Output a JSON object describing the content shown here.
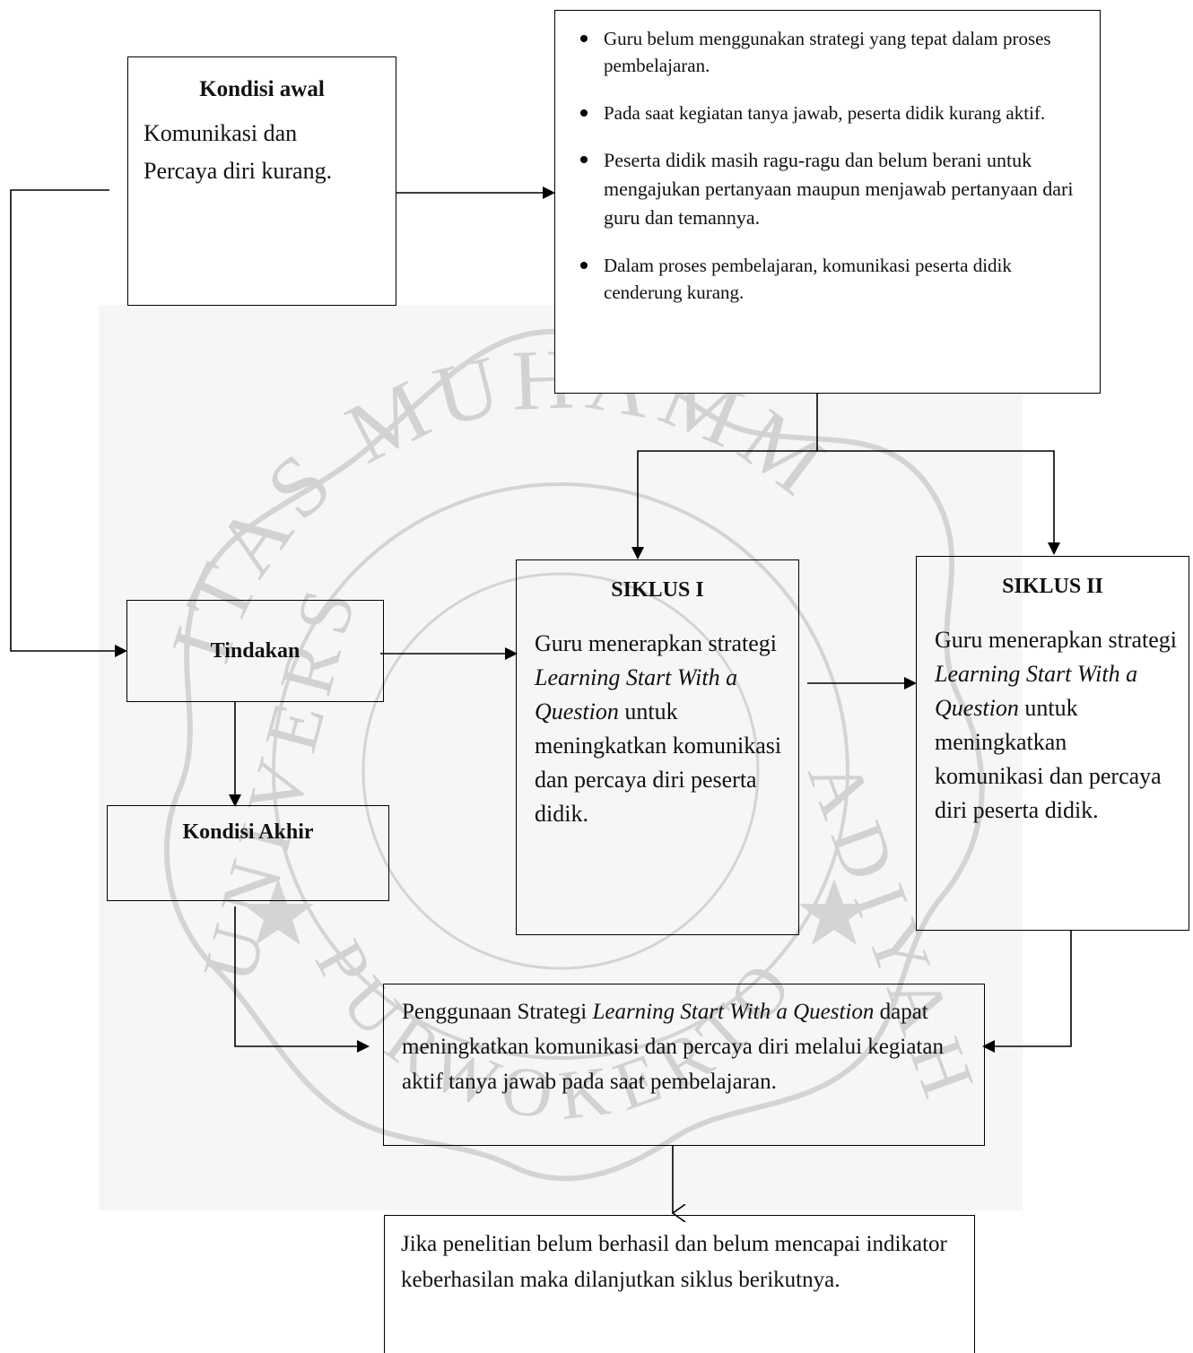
{
  "watermark": {
    "top_text": "ITAS MUHAMM",
    "left_text": "UNIVERS",
    "right_text": "ADIYAH",
    "bottom_text": "PURWOKERTO"
  },
  "kondisi_awal": {
    "title": "Kondisi awal",
    "line1": "Komunikasi  dan",
    "line2": "Percaya diri kurang."
  },
  "problems": [
    "Guru belum menggunakan strategi yang tepat dalam proses pembelajaran.",
    "Pada saat kegiatan tanya jawab, peserta didik kurang aktif.",
    " Peserta didik masih ragu-ragu dan belum berani untuk mengajukan pertanyaan maupun menjawab pertanyaan dari guru dan temannya.",
    "Dalam proses pembelajaran, komunikasi peserta didik cenderung kurang."
  ],
  "tindakan": {
    "label": "Tindakan"
  },
  "kondisi_akhir": {
    "label": "Kondisi Akhir"
  },
  "siklus1": {
    "title": "SIKLUS I",
    "pre": "Guru menerapkan strategi ",
    "strategy": "Learning Start With a Question",
    "post": " untuk meningkatkan komunikasi dan percaya diri peserta didik."
  },
  "siklus2": {
    "title": "SIKLUS II",
    "pre": "Guru menerapkan strategi ",
    "strategy": "Learning Start With a Question",
    "post": " untuk meningkatkan komunikasi dan percaya diri peserta didik."
  },
  "result": {
    "pre": "Penggunaan Strategi ",
    "strategy": "Learning Start With a Question",
    "post": " dapat meningkatkan komunikasi dan percaya diri melalui kegiatan aktif tanya jawab pada saat pembelajaran."
  },
  "next_cycle": {
    "text": "Jika penelitian belum berhasil dan belum mencapai indikator keberhasilan maka dilanjutkan siklus berikutnya."
  }
}
